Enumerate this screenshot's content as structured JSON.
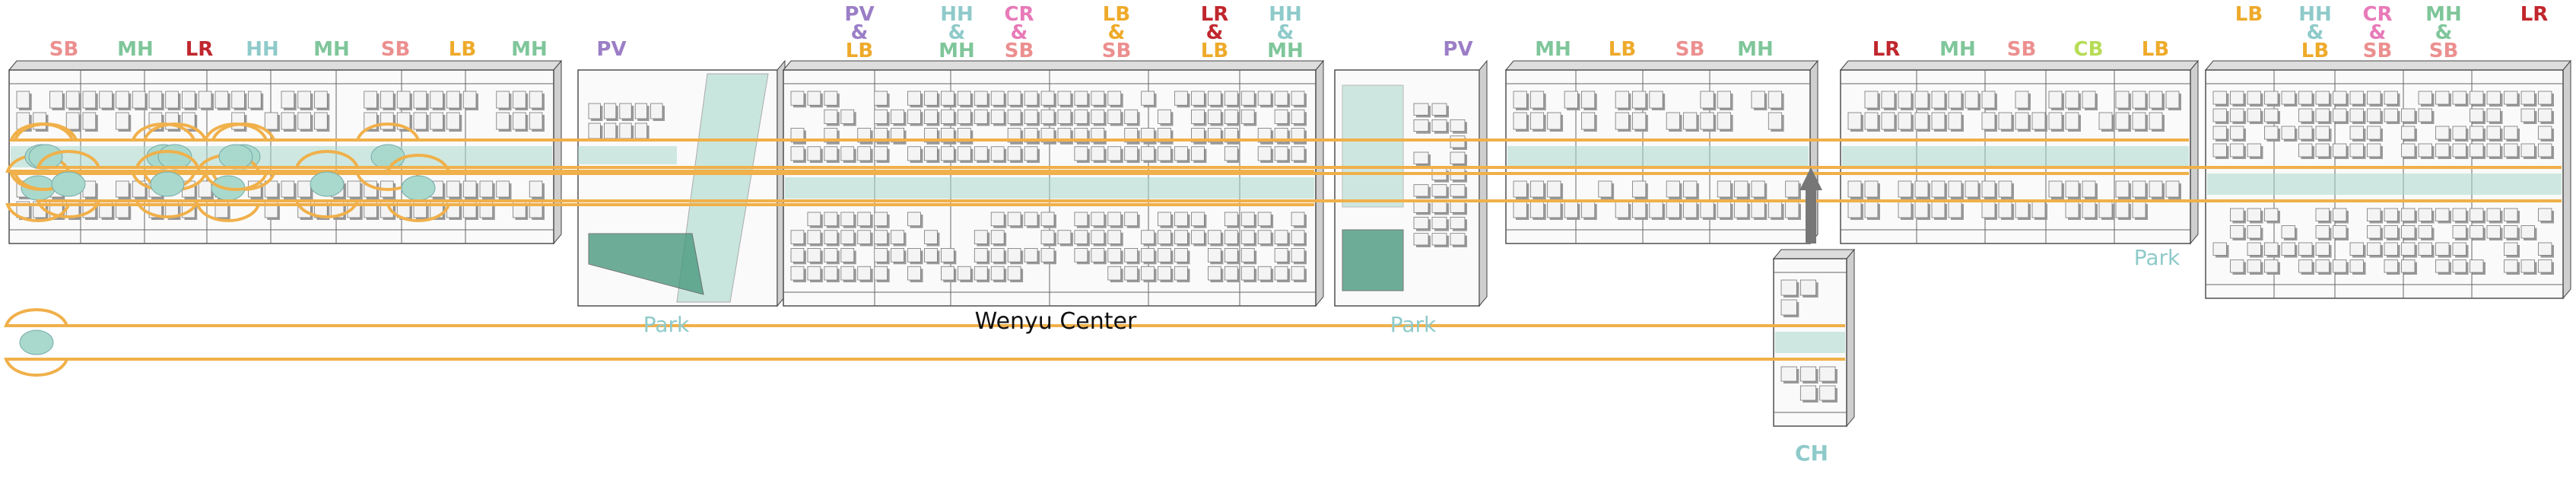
{
  "colors": {
    "SB": "#ec8f8f",
    "MH": "#7fc69a",
    "LR": "#c0272d",
    "HH": "#8fcaca",
    "LB": "#eeaa2a",
    "PV": "#9b7ec6",
    "CR": "#e87ab8",
    "CB": "#b7dc55",
    "CH": "#8fcaca",
    "park_text": "#8fcaca",
    "center_text": "#111111",
    "road": "#f0b04a",
    "water": "#a9d9cc",
    "line": "#444444"
  },
  "labels": {
    "group1": [
      [
        "SB"
      ],
      [
        "MH"
      ],
      [
        "LR"
      ],
      [
        "HH"
      ],
      [
        "MH"
      ],
      [
        "SB"
      ],
      [
        "LB"
      ],
      [
        "MH"
      ]
    ],
    "group2": [
      [
        "PV"
      ]
    ],
    "group3": [
      [
        "PV",
        "&",
        "LB"
      ],
      [
        "HH",
        "&",
        "MH"
      ],
      [
        "CR",
        "&",
        "SB"
      ],
      [
        "LB",
        "&",
        "SB"
      ],
      [
        "LR",
        "&",
        "LB"
      ],
      [
        "HH",
        "&",
        "MH"
      ]
    ],
    "group4": [
      [
        "PV"
      ]
    ],
    "group5": [
      [
        "MH"
      ],
      [
        "LB"
      ],
      [
        "SB"
      ],
      [
        "MH"
      ],
      [
        "LR"
      ],
      [
        "MH"
      ],
      [
        "SB"
      ],
      [
        "CB"
      ],
      [
        "LB"
      ]
    ],
    "group6": [
      [
        "LB"
      ],
      [
        "HH",
        "&",
        "LB"
      ],
      [
        "CR",
        "&",
        "SB"
      ],
      [
        "MH",
        "&",
        "SB"
      ],
      [
        "LR"
      ]
    ],
    "ch": "CH"
  },
  "captions": {
    "park1": "Park",
    "center": "Wenyu Center",
    "park2": "Park",
    "park3": "Park"
  },
  "icons": {
    "arrow": "up-arrow-icon"
  }
}
